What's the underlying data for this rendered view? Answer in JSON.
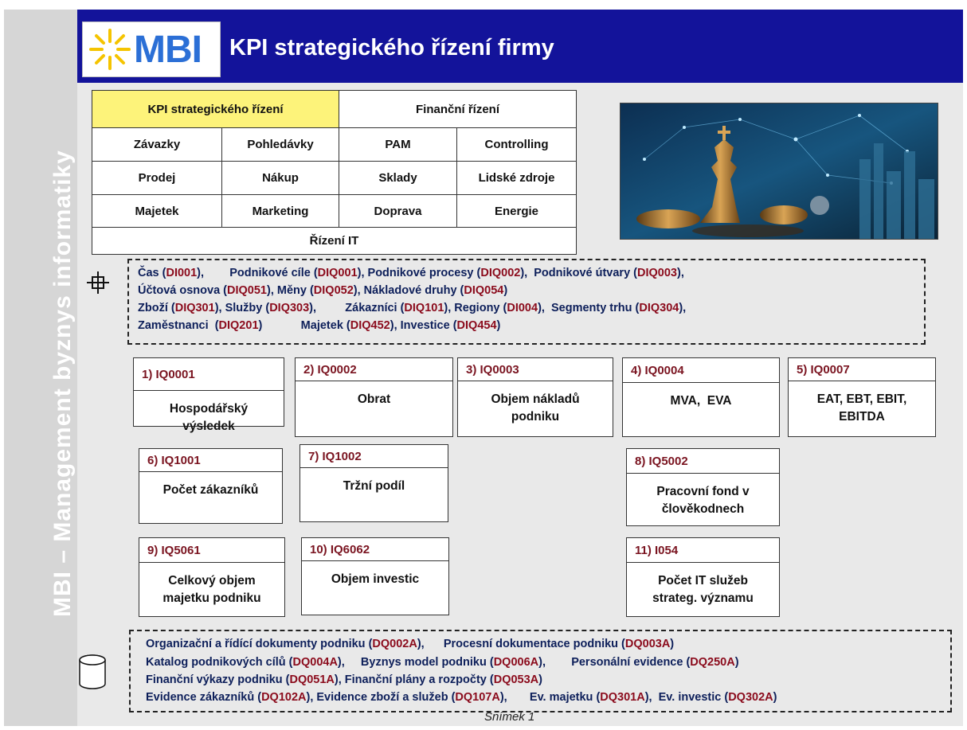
{
  "sidebar": {
    "text": "MBI – Management byznys informatiky"
  },
  "header": {
    "logo_text": "MBI",
    "title": "KPI strategického řízení firmy"
  },
  "nav": {
    "row1": [
      {
        "label": "KPI strategického řízení",
        "active": true
      },
      {
        "label": "Finanční řízení",
        "active": false
      }
    ],
    "row2": [
      "Závazky",
      "Pohledávky",
      "PAM",
      "Controlling"
    ],
    "row3": [
      "Prodej",
      "Nákup",
      "Sklady",
      "Lidské zdroje"
    ],
    "row4": [
      "Majetek",
      "Marketing",
      "Doprava",
      "Energie"
    ],
    "row5": "Řízení IT"
  },
  "dimensions": {
    "icon": "crosshair-icon",
    "lines": [
      [
        {
          "t": "Čas ("
        },
        {
          "t": "DI001",
          "c": 1
        },
        {
          "t": "),        Podnikové cíle ("
        },
        {
          "t": "DIQ001",
          "c": 1
        },
        {
          "t": "), Podnikové procesy ("
        },
        {
          "t": "DIQ002",
          "c": 1
        },
        {
          "t": "),  Podnikové útvary ("
        },
        {
          "t": "DIQ003",
          "c": 1
        },
        {
          "t": "),"
        }
      ],
      [
        {
          "t": "Účtová osnova ("
        },
        {
          "t": "DIQ051",
          "c": 1
        },
        {
          "t": "), Měny ("
        },
        {
          "t": "DIQ052",
          "c": 1
        },
        {
          "t": "), Nákladové druhy ("
        },
        {
          "t": "DIQ054",
          "c": 1
        },
        {
          "t": ")"
        }
      ],
      [
        {
          "t": "Zboží ("
        },
        {
          "t": "DIQ301",
          "c": 1
        },
        {
          "t": "), Služby ("
        },
        {
          "t": "DIQ303",
          "c": 1
        },
        {
          "t": "),         Zákazníci ("
        },
        {
          "t": "DIQ101",
          "c": 1
        },
        {
          "t": "), Regiony ("
        },
        {
          "t": "DI004",
          "c": 1
        },
        {
          "t": "),  Segmenty trhu ("
        },
        {
          "t": "DIQ304",
          "c": 1
        },
        {
          "t": "),"
        }
      ],
      [
        {
          "t": "Zaměstnanci  ("
        },
        {
          "t": "DIQ201",
          "c": 1
        },
        {
          "t": ")            Majetek ("
        },
        {
          "t": "DIQ452",
          "c": 1
        },
        {
          "t": "), Investice ("
        },
        {
          "t": "DIQ454",
          "c": 1
        },
        {
          "t": ")"
        }
      ]
    ]
  },
  "kpis": [
    {
      "id": "1) IQ0001",
      "lines": [
        "Hospodářský",
        "výsledek"
      ]
    },
    {
      "id": "2) IQ0002",
      "lines": [
        "Obrat"
      ]
    },
    {
      "id": "3) IQ0003",
      "lines": [
        "Objem nákladů",
        "podniku"
      ]
    },
    {
      "id": "4) IQ0004",
      "lines": [
        "MVA,  EVA"
      ]
    },
    {
      "id": "5) IQ0007",
      "lines": [
        "EAT, EBT, EBIT,",
        "EBITDA"
      ]
    },
    {
      "id": "6) IQ1001",
      "lines": [
        "Počet zákazníků"
      ]
    },
    {
      "id": "7) IQ1002",
      "lines": [
        "Tržní podíl"
      ]
    },
    {
      "id": "8) IQ5002",
      "lines": [
        "Pracovní fond v",
        "člověkodnech"
      ]
    },
    {
      "id": "9) IQ5061",
      "lines": [
        "Celkový objem",
        "majetku podniku"
      ]
    },
    {
      "id": "10) IQ6062",
      "lines": [
        "Objem investic"
      ]
    },
    {
      "id": "11) I054",
      "lines": [
        "Počet IT služeb",
        "strateg. významu"
      ]
    }
  ],
  "documents": {
    "icon": "database-icon",
    "lines": [
      [
        {
          "t": "Organizační a řídící dokumenty podniku ("
        },
        {
          "t": "DQ002A",
          "c": 1
        },
        {
          "t": "),      Procesní dokumentace podniku ("
        },
        {
          "t": "DQ003A",
          "c": 1
        },
        {
          "t": ")"
        }
      ],
      [
        {
          "t": "Katalog podnikových cílů ("
        },
        {
          "t": "DQ004A",
          "c": 1
        },
        {
          "t": "),     Byznys model podniku ("
        },
        {
          "t": "DQ006A",
          "c": 1
        },
        {
          "t": "),        Personální evidence ("
        },
        {
          "t": "DQ250A",
          "c": 1
        },
        {
          "t": ")"
        }
      ],
      [
        {
          "t": "Finanční výkazy podniku ("
        },
        {
          "t": "DQ051A",
          "c": 1
        },
        {
          "t": "), Finanční plány a rozpočty ("
        },
        {
          "t": "DQ053A",
          "c": 1
        },
        {
          "t": ")"
        }
      ],
      [
        {
          "t": "Evidence zákazníků ("
        },
        {
          "t": "DQ102A",
          "c": 1
        },
        {
          "t": "), Evidence zboží a služeb ("
        },
        {
          "t": "DQ107A",
          "c": 1
        },
        {
          "t": "),       Ev. majetku ("
        },
        {
          "t": "DQ301A",
          "c": 1
        },
        {
          "t": "),  Ev. investic ("
        },
        {
          "t": "DQ302A",
          "c": 1
        },
        {
          "t": ")"
        }
      ]
    ]
  },
  "footer": {
    "label": "Snímek  1"
  },
  "colors": {
    "header_bg": "#13139a",
    "active_tab": "#fdf37a",
    "code_text": "#8b0b1c",
    "body_text": "#0d1f5a",
    "logo_blue": "#2b6fd6",
    "sun_yellow": "#f5c400"
  }
}
